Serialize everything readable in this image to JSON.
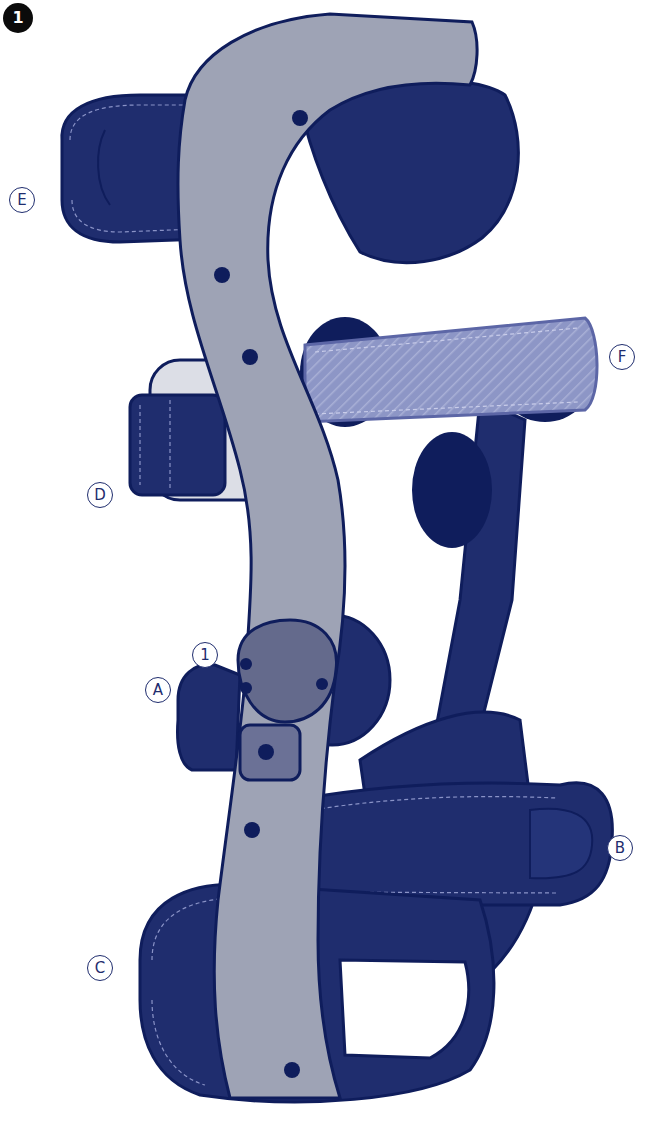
{
  "diagram": {
    "labels": [
      "1",
      "E",
      "F",
      "D",
      "1",
      "A",
      "B",
      "C"
    ]
  }
}
